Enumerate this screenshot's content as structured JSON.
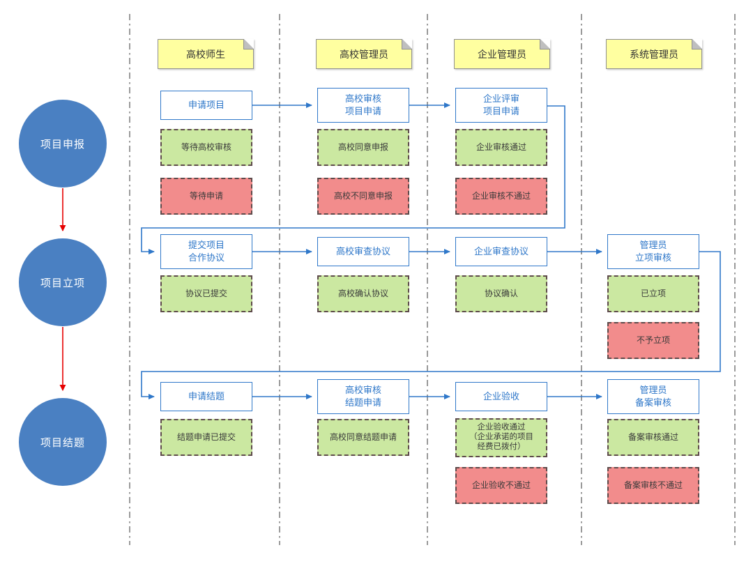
{
  "colors": {
    "accent_blue": "#2e77c9",
    "phase_circle_blue": "#4a80c2",
    "status_pass_green": "#cbe8a1",
    "status_fail_red": "#f28c8c",
    "lane_header_yellow": "#ffffa0",
    "status_border": "#5d4a4a",
    "lane_line_gray": "#9a9a9a",
    "phase_arrow_red": "#e60000"
  },
  "phases": [
    {
      "label": "项目申报"
    },
    {
      "label": "项目立项"
    },
    {
      "label": "项目结题"
    }
  ],
  "lanes": [
    {
      "label": "高校师生"
    },
    {
      "label": "高校管理员"
    },
    {
      "label": "企业管理员"
    },
    {
      "label": "系统管理员"
    }
  ],
  "process": {
    "r1c1": "申请项目",
    "r1c2": "高校审核\n项目申请",
    "r1c3": "企业评审\n项目申请",
    "r2c1": "提交项目\n合作协议",
    "r2c2": "高校审查协议",
    "r2c3": "企业审查协议",
    "r2c4": "管理员\n立项审核",
    "r3c1": "申请结题",
    "r3c2": "高校审核\n结题申请",
    "r3c3": "企业验收",
    "r3c4": "管理员\n备案审核"
  },
  "status": {
    "r1c1_pass": "等待高校审核",
    "r1c1_fail": "等待申请",
    "r1c2_pass": "高校同意申报",
    "r1c2_fail": "高校不同意申报",
    "r1c3_pass": "企业审核通过",
    "r1c3_fail": "企业审核不通过",
    "r2c1_pass": "协议已提交",
    "r2c2_pass": "高校确认协议",
    "r2c3_pass": "协议确认",
    "r2c4_pass": "已立项",
    "r2c4_fail": "不予立项",
    "r3c1_pass": "结题申请已提交",
    "r3c2_pass": "高校同意结题申请",
    "r3c3_pass": "企业验收通过\n（企业承诺的项目\n经费已拨付）",
    "r3c3_fail": "企业验收不通过",
    "r3c4_pass": "备案审核通过",
    "r3c4_fail": "备案审核不通过"
  }
}
